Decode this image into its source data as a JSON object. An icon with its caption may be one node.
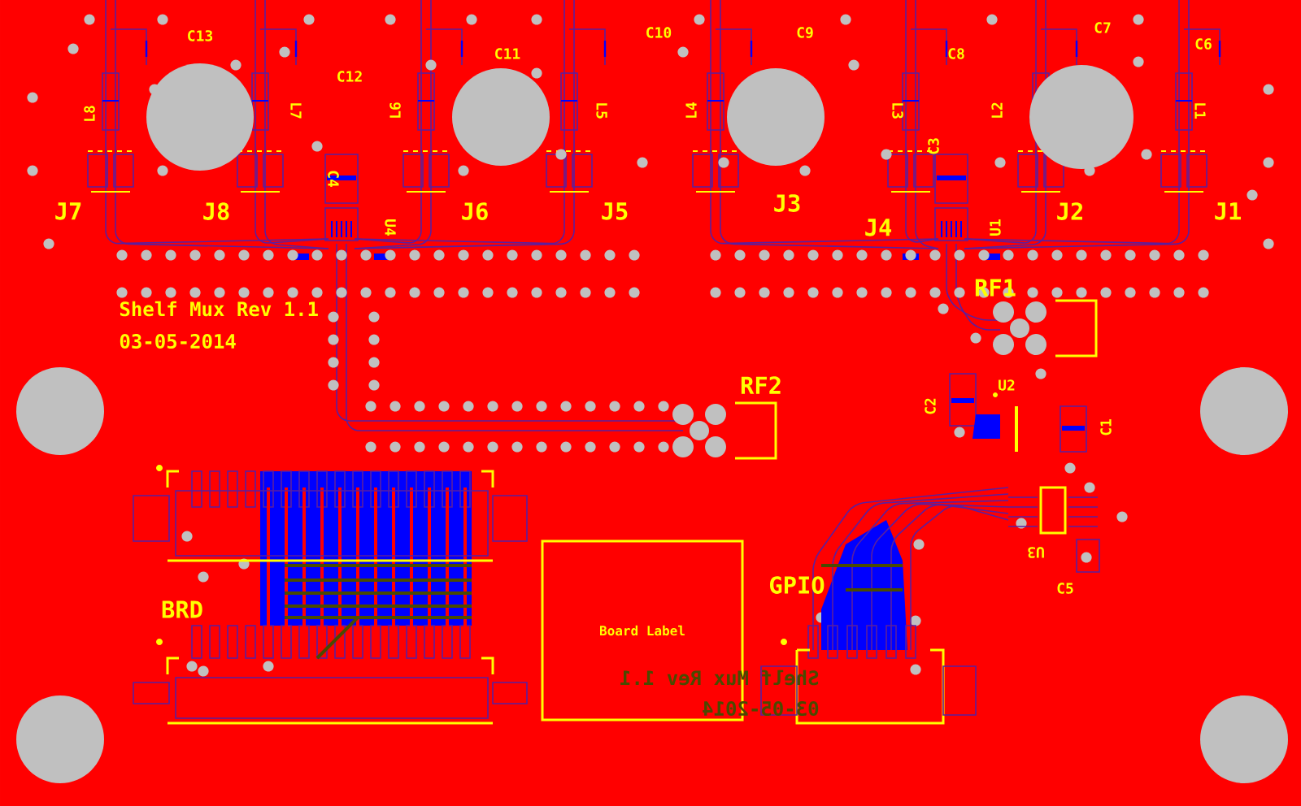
{
  "diagram": {
    "nodes": [
      {
        "text": [
          "Board Label"
        ]
      }
    ],
    "labels": [
      "C13",
      "C12",
      "C11",
      "C10",
      "C9",
      "C8",
      "C7",
      "C6",
      "L8",
      "L7",
      "L6",
      "L5",
      "L4",
      "L3",
      "L2",
      "L1",
      "C4",
      "C3",
      "J7",
      "J8",
      "U4",
      "J6",
      "J5",
      "J3",
      "J4",
      "U1",
      "J2",
      "J1",
      "Shelf Mux Rev 1.1",
      "03-05-2014",
      "RF1",
      "RF2",
      "U2",
      "C2",
      "C1",
      "BRD",
      "GPIO",
      "U3",
      "C5",
      "Shelf Mux Rev 1.1",
      "03-05-2014"
    ]
  }
}
